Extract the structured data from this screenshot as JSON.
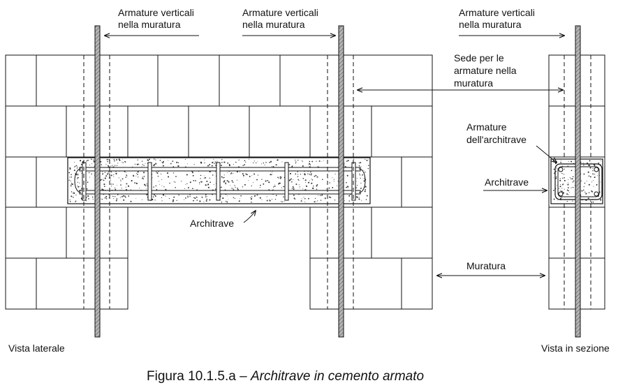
{
  "labels": {
    "armature_verticali_1": [
      "Armature verticali",
      "nella muratura"
    ],
    "armature_verticali_2": [
      "Armature verticali",
      "nella muratura"
    ],
    "armature_verticali_3": [
      "Armature verticali",
      "nella muratura"
    ],
    "sede_armature": [
      "Sede per le",
      "armature nella",
      "muratura"
    ],
    "armature_architrave": [
      "Armature",
      "dell'architrave"
    ],
    "architrave_section": "Architrave",
    "architrave_side": "Architrave",
    "muratura": "Muratura",
    "vista_laterale": "Vista laterale",
    "vista_sezione": "Vista in sezione"
  },
  "caption": {
    "prefix": "Figura 10.1.5.a – ",
    "title": "Architrave in cemento armato"
  },
  "colors": {
    "line": "#111111",
    "rebar_fill": "#9a9a9a",
    "concrete_dot": "#333333"
  }
}
